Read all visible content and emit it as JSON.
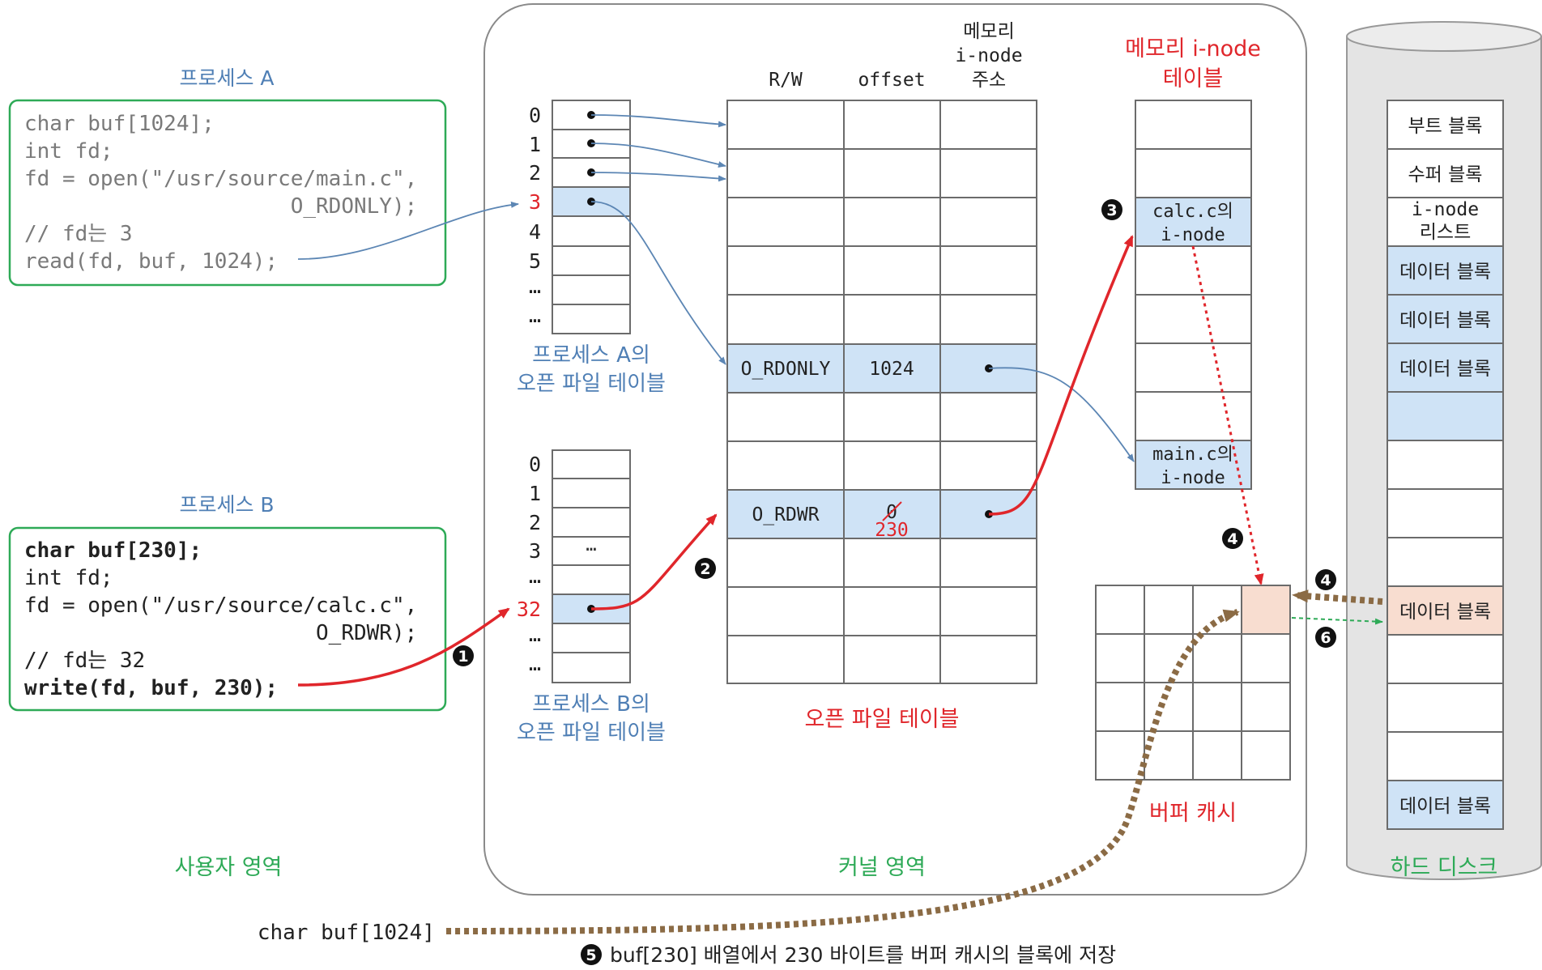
{
  "colors": {
    "green": "#2eaa57",
    "blue_label": "#4f7fb5",
    "red": "#e0262b",
    "brown": "#8b6b45",
    "gray_text": "#7a7a7a",
    "cell_fill": "#cfe3f6",
    "cache_fill": "#f8ddd0",
    "line": "#6b6b6b",
    "arrow_blue": "#5c86b4",
    "green_dash": "#2eaa57"
  },
  "process_a": {
    "title": "프로세스 A",
    "code": [
      "char buf[1024];",
      "int fd;",
      "fd = open(\"/usr/source/main.c\",",
      "                     O_RDONLY);",
      "// fd는 3",
      "read(fd, buf, 1024);"
    ]
  },
  "process_b": {
    "title": "프로세스 B",
    "code": [
      "char buf[230];",
      "int fd;",
      "fd = open(\"/usr/source/calc.c\",",
      "                       O_RDWR);",
      "// fd는 32",
      "write(fd, buf, 230);"
    ]
  },
  "fd_table_a": {
    "rows": [
      "0",
      "1",
      "2",
      "3",
      "4",
      "5",
      "…",
      "…"
    ],
    "highlight": "3",
    "caption": [
      "프로세스 A의",
      "오픈 파일 테이블"
    ]
  },
  "fd_table_b": {
    "rows": [
      "0",
      "1",
      "2",
      "3",
      "…",
      "32",
      "…",
      "…"
    ],
    "cell_text_row3": "…",
    "highlight": "32",
    "caption": [
      "프로세스 B의",
      "오픈 파일 테이블"
    ]
  },
  "open_file_table": {
    "headers": [
      "R/W",
      "offset",
      [
        "메모리",
        "i-node",
        "주소"
      ]
    ],
    "entry_a": {
      "rw": "O_RDONLY",
      "offset": "1024"
    },
    "entry_b": {
      "rw": "O_RDWR",
      "offset_old": "0",
      "offset_new": "230"
    },
    "caption": "오픈 파일 테이블"
  },
  "inode_table": {
    "title": [
      "메모리 i-node",
      "테이블"
    ],
    "calc": [
      "calc.c의",
      "i-node"
    ],
    "main": [
      "main.c의",
      "i-node"
    ]
  },
  "buffer_cache": {
    "caption": "버퍼 캐시"
  },
  "disk": {
    "caption": "하드 디스크",
    "blocks": [
      "부트 블록",
      "수퍼 블록",
      "i-node 리스트",
      "데이터 블록",
      "데이터 블록",
      "데이터 블록",
      "",
      "",
      "",
      "",
      "데이터 블록",
      "",
      "",
      "",
      "데이터 블록"
    ]
  },
  "regions": {
    "user": "사용자 영역",
    "kernel": "커널 영역"
  },
  "steps": {
    "s1": "1",
    "s2": "2",
    "s3": "3",
    "s4": "4",
    "s5": "5",
    "s6": "6"
  },
  "bottom": {
    "buf_label": "char buf[1024]",
    "note": "buf[230] 배열에서 230 바이트를 버퍼 캐시의 블록에 저장"
  }
}
